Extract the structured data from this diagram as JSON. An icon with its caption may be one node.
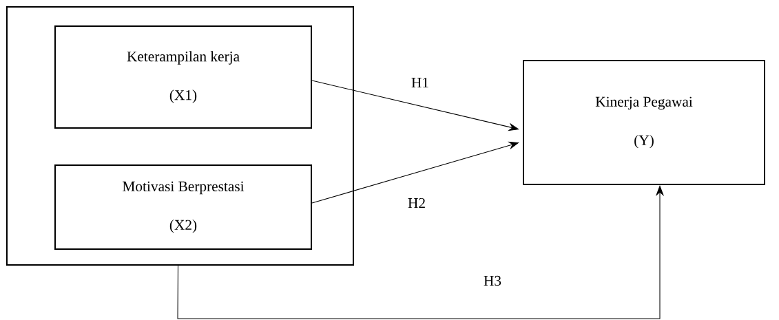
{
  "diagram": {
    "nodes": [
      {
        "text": [],
        "shape": "box"
      },
      {
        "text": [
          "Keterampilan kerja",
          "(X1)"
        ],
        "in": 0
      },
      {
        "text": [
          "Motivasi Berprestasi",
          "(X2)"
        ],
        "in": 0
      },
      {
        "text": [
          "Kinerja Pegawai",
          "(Y)"
        ]
      }
    ],
    "edges": [
      {
        "from": 1,
        "to": 3,
        "arrow": "to",
        "label": "H1"
      },
      {
        "from": 2,
        "to": 3,
        "arrow": "to",
        "label": "H2"
      },
      {
        "from": 0,
        "to": 3,
        "arrow": "to",
        "label": "H3"
      }
    ]
  }
}
